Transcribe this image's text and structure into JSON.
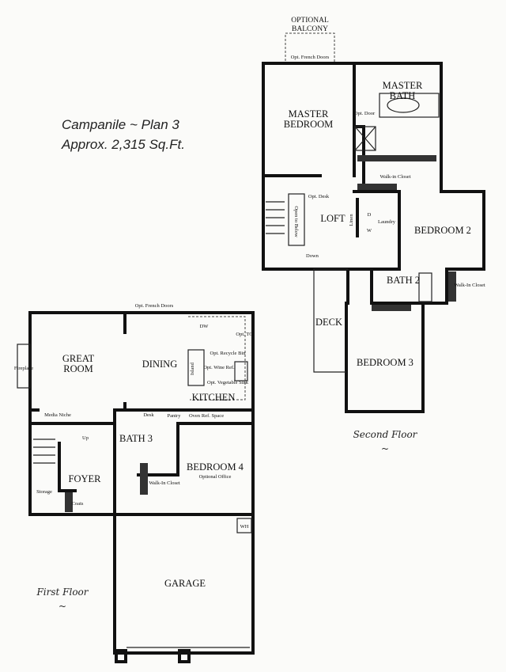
{
  "header": {
    "plan_name": "Campanile ~ Plan 3",
    "area": "Approx. 2,315 Sq.Ft."
  },
  "second_floor": {
    "caption": "Second Floor",
    "rooms": {
      "balcony_line1": "OPTIONAL",
      "balcony_line2": "BALCONY",
      "french_doors": "Opt. French Doors",
      "master_bedroom_1": "MASTER",
      "master_bedroom_2": "BEDROOM",
      "master_bath_1": "MASTER",
      "master_bath_2": "BATH",
      "opt_door": "Opt. Door",
      "walk_in_closet": "Walk-in Closet",
      "loft": "LOFT",
      "opt_desk": "Opt. Desk",
      "open_to_below": "Open to Below",
      "down": "Down",
      "linen": "Linen",
      "dryer": "D",
      "washer": "W",
      "laundry": "Laundry",
      "bedroom2": "BEDROOM 2",
      "bath2": "BATH 2",
      "walk_in_closet_2": "Walk-In Closet",
      "deck": "DECK",
      "bedroom3": "BEDROOM 3"
    }
  },
  "first_floor": {
    "caption": "First Floor",
    "rooms": {
      "french_doors": "Opt. French Doors",
      "great_room_1": "GREAT",
      "great_room_2": "ROOM",
      "fireplace": "Fireplace",
      "dining": "DINING",
      "kitchen": "KITCHEN",
      "dw": "DW",
      "opt_tc": "Opt. TC",
      "island": "Island",
      "opt_wine_ref": "Opt. Wine Ref.",
      "opt_recycle_bin": "Opt. Recycle Bin",
      "opt_vegetable_sink": "Opt. Vegetable Sink",
      "media_niche": "Media Niche",
      "desk": "Desk",
      "pantry": "Pantry",
      "oven": "Oven",
      "ref_space": "Ref. Space",
      "up": "Up",
      "bath3": "BATH 3",
      "foyer": "FOYER",
      "storage": "Storage",
      "coats": "Coats",
      "walk_in_closet": "Walk-In Closet",
      "bedroom4": "BEDROOM 4",
      "optional_office": "Optional Office",
      "wh": "WH",
      "garage": "GARAGE"
    }
  }
}
